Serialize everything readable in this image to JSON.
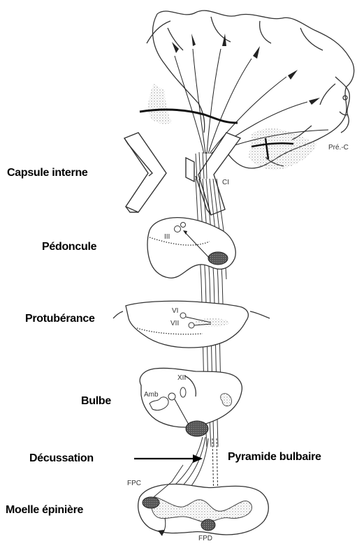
{
  "labels": {
    "capsule_interne": "Capsule interne",
    "pedoncule": "Pédoncule",
    "protuberance": "Protubérance",
    "bulbe": "Bulbe",
    "decussation": "Décussation",
    "pyramide_bulbaire": "Pyramide bulbaire",
    "moelle_epiniere": "Moelle épinière"
  },
  "annotations": {
    "pre_c": "Pré.-C",
    "ci": "CI",
    "iii": "III",
    "vi": "VI",
    "vii": "VII",
    "xii": "XII",
    "amb": "Amb",
    "fpc": "FPC",
    "fpd": "FPD"
  },
  "colors": {
    "line": "#333333",
    "stipple": "#9a9a9a",
    "text": "#000000"
  }
}
